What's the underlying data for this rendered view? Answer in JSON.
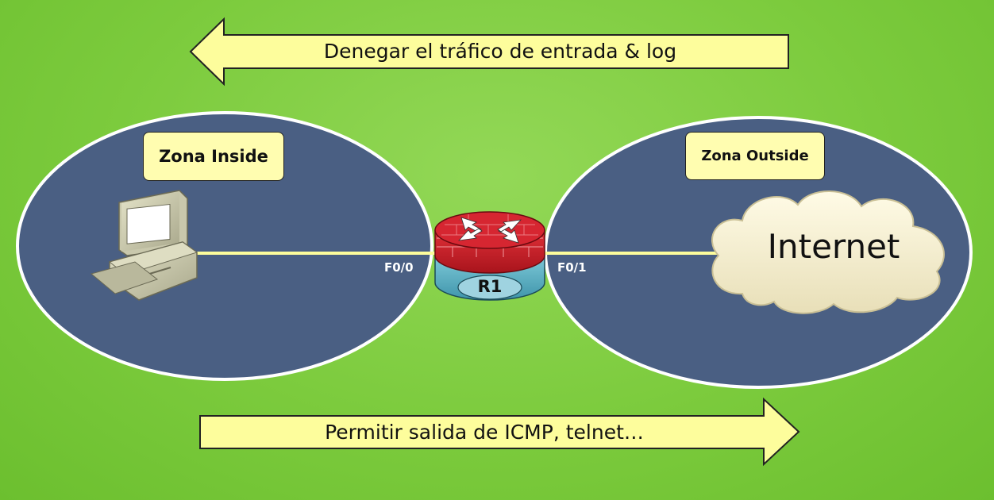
{
  "arrows": {
    "deny_inbound": "Denegar el tráfico de entrada & log",
    "permit_outbound": "Permitir salida de ICMP, telnet…"
  },
  "zones": {
    "inside": "Zona Inside",
    "outside": "Zona Outside"
  },
  "router": {
    "name": "R1",
    "port_inside": "F0/0",
    "port_outside": "F0/1"
  },
  "cloud": {
    "label": "Internet"
  },
  "colors": {
    "background": "#7ccb3d",
    "zone_fill": "#4a5f83",
    "arrow_fill": "#fdfd9c",
    "link_line": "#fdfd9c",
    "firewall_red": "#c8202a",
    "router_base": "#5fb4c8"
  }
}
